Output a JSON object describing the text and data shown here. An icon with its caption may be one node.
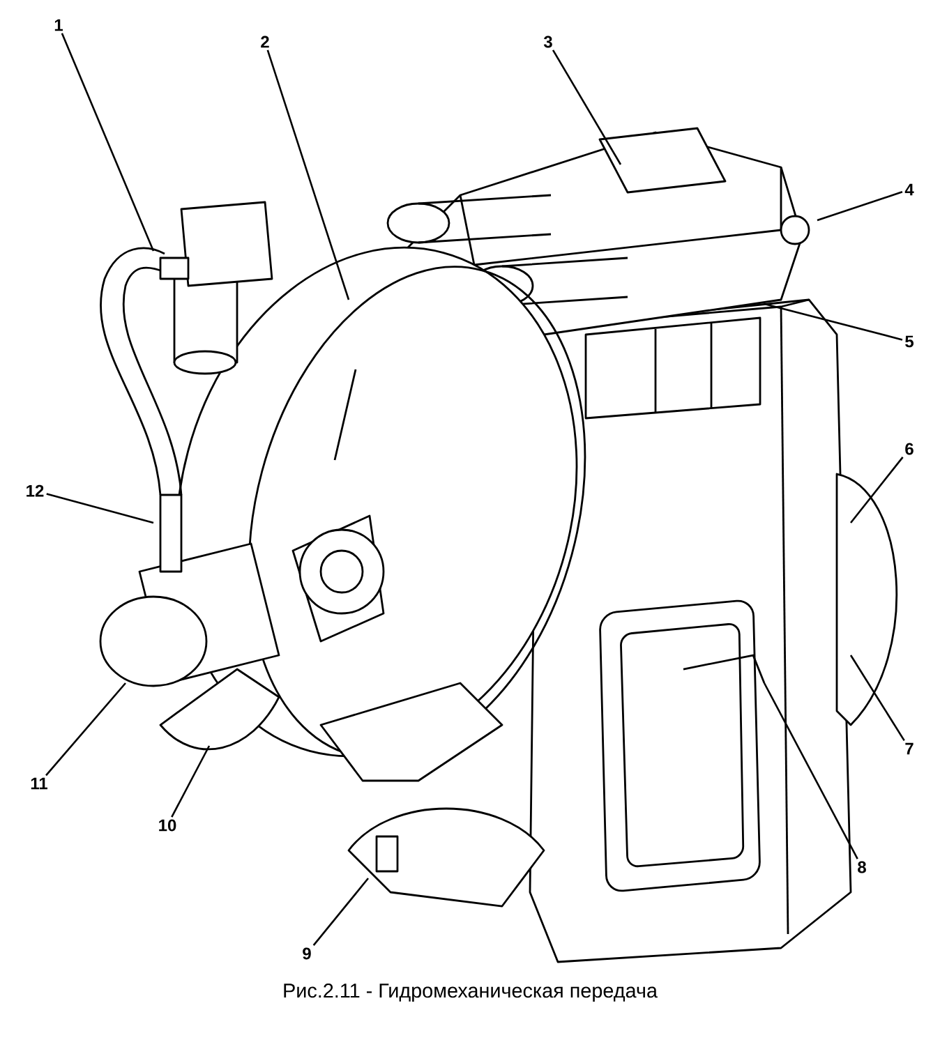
{
  "diagram": {
    "caption": "Рис.2.11 - Гидромеханическая передача",
    "nodes": [
      {
        "text": [
          "1"
        ]
      },
      {
        "text": [
          "2"
        ]
      },
      {
        "text": [
          "3"
        ]
      },
      {
        "text": [
          "4"
        ]
      },
      {
        "text": [
          "5"
        ]
      },
      {
        "text": [
          "6"
        ]
      },
      {
        "text": [
          "7"
        ]
      },
      {
        "text": [
          "8"
        ]
      },
      {
        "text": [
          "9"
        ]
      },
      {
        "text": [
          "10"
        ]
      },
      {
        "text": [
          "11"
        ]
      },
      {
        "text": [
          "12"
        ]
      }
    ],
    "edges": [
      {
        "from": 0,
        "to": null,
        "arrow": "none"
      },
      {
        "from": 1,
        "to": null,
        "arrow": "none"
      },
      {
        "from": 2,
        "to": null,
        "arrow": "none"
      },
      {
        "from": 3,
        "to": null,
        "arrow": "none"
      },
      {
        "from": 4,
        "to": null,
        "arrow": "none"
      },
      {
        "from": 5,
        "to": null,
        "arrow": "none"
      },
      {
        "from": 6,
        "to": null,
        "arrow": "none"
      },
      {
        "from": 7,
        "to": null,
        "arrow": "none"
      },
      {
        "from": 8,
        "to": null,
        "arrow": "none"
      },
      {
        "from": 9,
        "to": null,
        "arrow": "none"
      },
      {
        "from": 10,
        "to": null,
        "arrow": "none"
      },
      {
        "from": 11,
        "to": null,
        "arrow": "none"
      }
    ]
  }
}
